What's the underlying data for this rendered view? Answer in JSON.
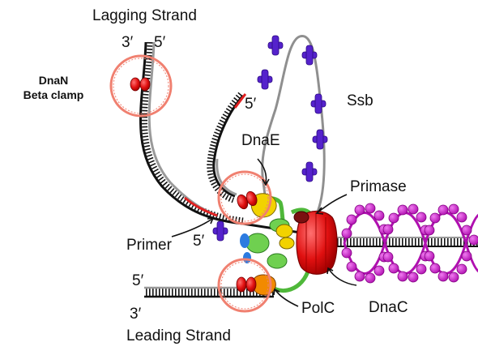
{
  "labels": {
    "lagging_strand": "Lagging Strand",
    "leading_strand": "Leading Strand",
    "dnan_line1": "DnaN",
    "dnan_line2": "Beta clamp",
    "ssb": "Ssb",
    "dnae": "DnaE",
    "primase": "Primase",
    "primer": "Primer",
    "polc": "PolC",
    "dnac": "DnaC",
    "end_3_lagging": "3′",
    "end_5_lagging": "5′",
    "end_5_loop": "5′",
    "end_5_primer": "5′",
    "end_5_leading": "5′",
    "end_3_leading": "3′"
  },
  "colors": {
    "template_strand": "#000000",
    "new_strand": "#9a9a9a",
    "primer_rna": "#e02020",
    "ssb_protein": "#5522cc",
    "beta_clamp": "#e01010",
    "clamp_highlight_ring": "#f08070",
    "dnae_core": "#f2d200",
    "polc_core": "#f28a00",
    "tau_complex": "#4fb83a",
    "dnac_helicase": "#e01818",
    "primase_dark": "#7a1010",
    "parental_helix": "#d020d0",
    "blue_subunit": "#2c7be0"
  }
}
